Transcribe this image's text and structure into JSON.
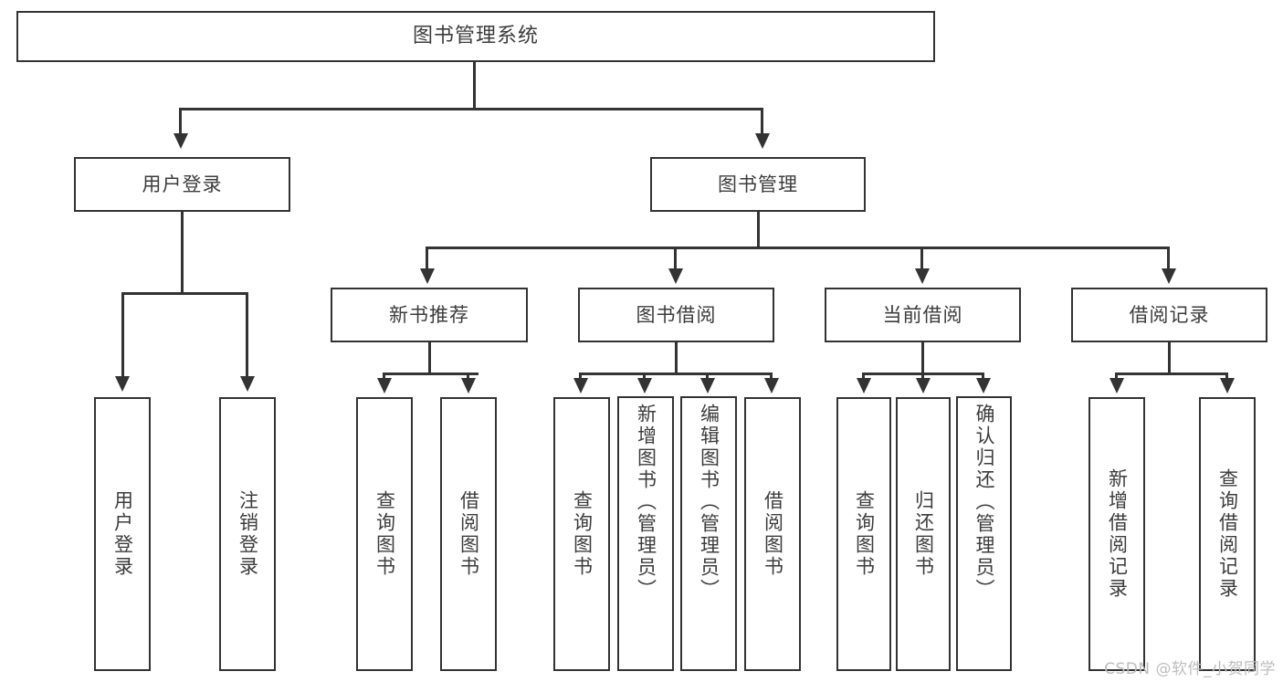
{
  "diagram": {
    "type": "tree",
    "title": "图书管理系统",
    "root": {
      "label": "图书管理系统"
    },
    "level2": [
      {
        "label": "用户登录"
      },
      {
        "label": "图书管理"
      }
    ],
    "level3": [
      {
        "label": "新书推荐"
      },
      {
        "label": "图书借阅"
      },
      {
        "label": "当前借阅"
      },
      {
        "label": "借阅记录"
      }
    ],
    "leaves": {
      "user_login": [
        {
          "label": "用户登录"
        },
        {
          "label": "注销登录"
        }
      ],
      "new_book_recommend": [
        {
          "label": "查询图书"
        },
        {
          "label": "借阅图书"
        }
      ],
      "book_borrow": [
        {
          "label": "查询图书"
        },
        {
          "label": "新增图书（管理员）"
        },
        {
          "label": "编辑图书（管理员）"
        },
        {
          "label": "借阅图书"
        }
      ],
      "current_borrow": [
        {
          "label": "查询图书"
        },
        {
          "label": "归还图书"
        },
        {
          "label": "确认归还（管理员）"
        }
      ],
      "borrow_record": [
        {
          "label": "新增借阅记录"
        },
        {
          "label": "查询借阅记录"
        }
      ]
    }
  },
  "watermark": {
    "text": "CSDN @软件_小贺同学"
  },
  "colors": {
    "line": "#333333",
    "box_border": "#333333",
    "box_fill": "#ffffff",
    "text": "#3c3c3c",
    "watermark": "#bdbdbd"
  }
}
